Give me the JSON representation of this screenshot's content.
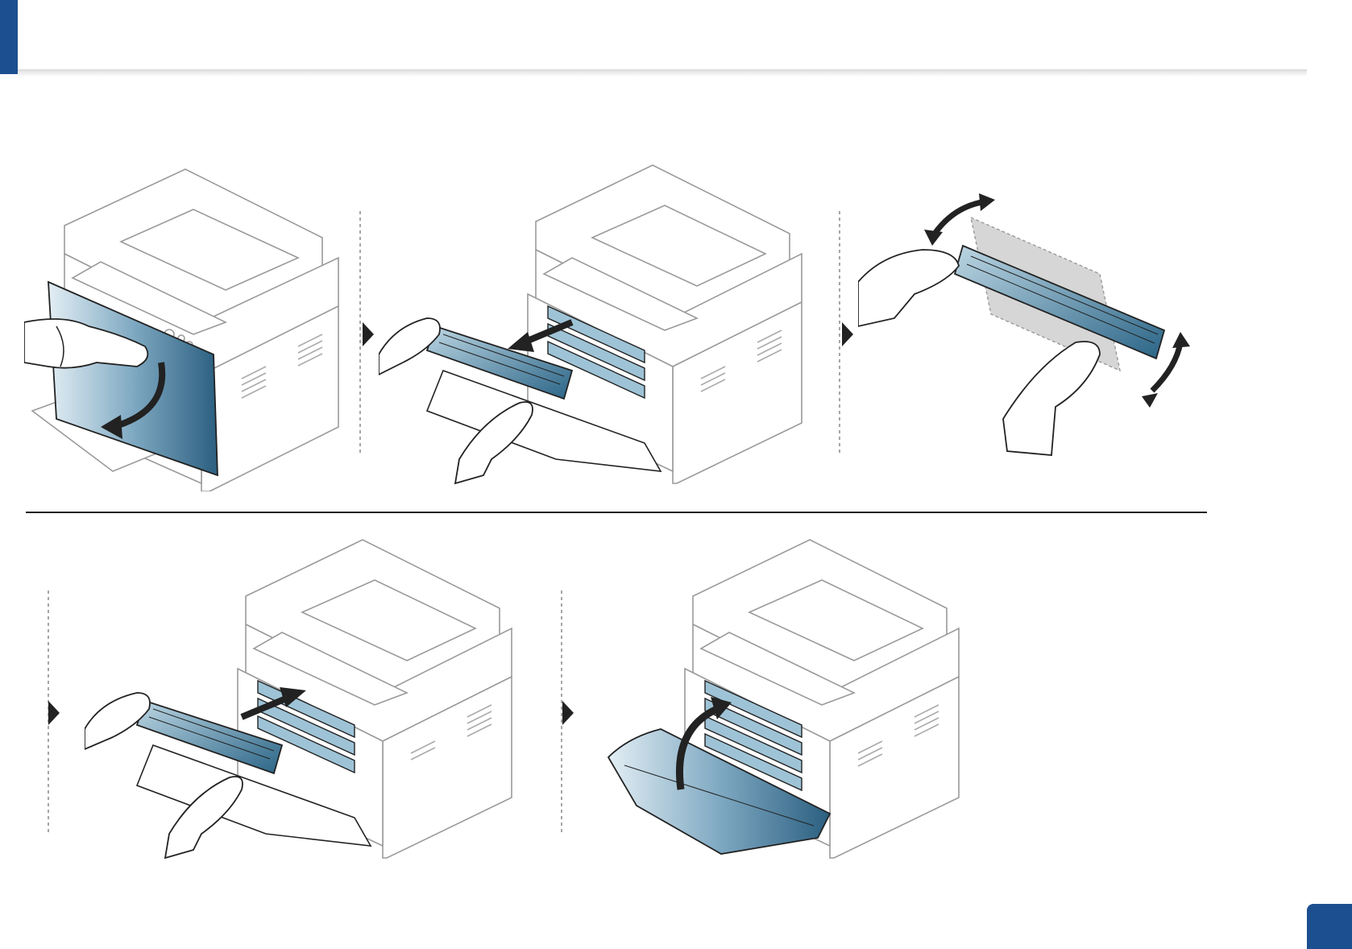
{
  "page": {
    "title": "",
    "page_number": ""
  },
  "steps": [
    {
      "id": 1,
      "action": "open-front-cover"
    },
    {
      "id": 2,
      "action": "pull-out-toner-cartridge"
    },
    {
      "id": 3,
      "action": "shake-toner-cartridge"
    },
    {
      "id": 4,
      "action": "insert-toner-cartridge"
    },
    {
      "id": 5,
      "action": "close-front-cover"
    }
  ],
  "colors": {
    "accent": "#1b4f8f",
    "part_blue": "#2f6b8f",
    "part_blue_light": "#9ec3d6",
    "outline": "#9a9a9a",
    "line": "#222222"
  },
  "icons": [
    "step-arrow-icon",
    "curved-arrow-icon",
    "straight-arrow-icon",
    "shake-arrow-icon"
  ]
}
